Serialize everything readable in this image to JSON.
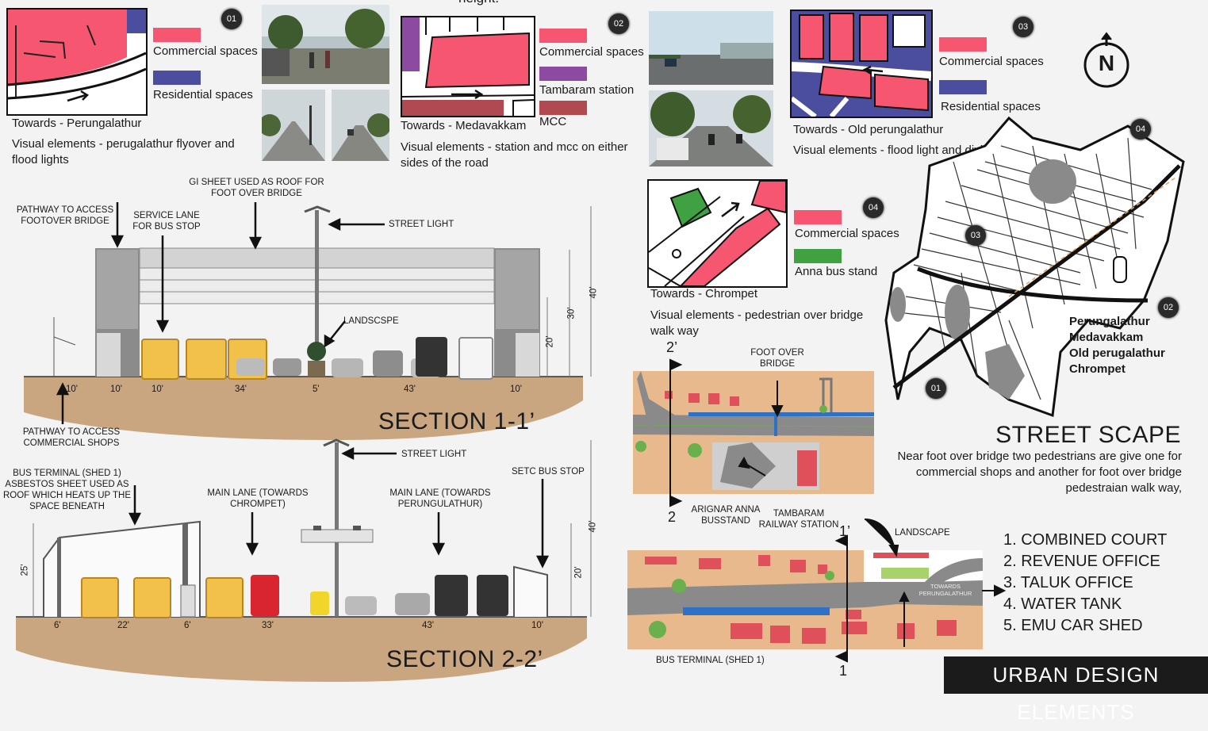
{
  "header_fragment": "height.",
  "colors": {
    "commercial": "#f75670",
    "residential": "#4b4e9e",
    "station": "#8c4aa0",
    "mcc": "#b04a50",
    "bus_stand": "#3fa142",
    "soil": "#c9a680",
    "plan_ground": "#e7b98c"
  },
  "panels": [
    {
      "badge": "01",
      "legend": [
        {
          "label": "Commercial spaces",
          "color": "#f75670"
        },
        {
          "label": "Residential spaces",
          "color": "#4b4e9e"
        }
      ],
      "towards": "Towards - Perungalathur",
      "visual": "Visual elements - perugalathur flyover and flood lights"
    },
    {
      "badge": "02",
      "legend": [
        {
          "label": "Commercial spaces",
          "color": "#f75670"
        },
        {
          "label": "Tambaram station",
          "color": "#8c4aa0"
        },
        {
          "label": "MCC",
          "color": "#b04a50"
        }
      ],
      "towards": "Towards - Medavakkam",
      "visual": "Visual elements - station and mcc on either sides of the road"
    },
    {
      "badge": "03",
      "legend": [
        {
          "label": "Commercial spaces",
          "color": "#f75670"
        },
        {
          "label": "Residential spaces",
          "color": "#4b4e9e"
        }
      ],
      "towards": "Towards - Old perungalathur",
      "visual": "Visual elements - flood light and divider"
    },
    {
      "badge": "04",
      "legend": [
        {
          "label": "Commercial spaces",
          "color": "#f75670"
        },
        {
          "label": "Anna bus stand",
          "color": "#3fa142"
        }
      ],
      "towards": "Towards - Chrompet",
      "visual": "Visual elements - pedestrian  over bridge walk way"
    }
  ],
  "north_label": "N",
  "key_map": {
    "badges": [
      "04",
      "03",
      "02",
      "01"
    ],
    "places": [
      "Perungalathur",
      "Medavakkam",
      "Old perugalathur",
      "Chrompet"
    ]
  },
  "street_scape": {
    "title": "STREET SCAPE",
    "text": "Near foot over bridge two pedestrians are give one for commercial shops and another for foot over bridge pedestraian walk way,"
  },
  "section1": {
    "title": "SECTION 1-1’",
    "labels": {
      "pathway_fob": "PATHWAY TO ACCESS FOOTOVER BRIDGE",
      "service_lane": "SERVICE LANE FOR BUS STOP",
      "gi_sheet": "GI SHEET USED AS ROOF FOR FOOT OVER BRIDGE",
      "street_light": "STREET LIGHT",
      "landscape": "LANDSCSPE",
      "pathway_shops": "PATHWAY TO ACCESS COMMERCIAL SHOPS"
    },
    "dims": [
      "10'",
      "10'",
      "10'",
      "34'",
      "5'",
      "43'",
      "10'"
    ],
    "heights": [
      "40'",
      "30'",
      "20'"
    ]
  },
  "section2": {
    "title": "SECTION 2-2’",
    "labels": {
      "bus_terminal": "BUS TERMINAL (SHED 1) ASBESTOS SHEET USED AS ROOF WHICH HEATS UP THE SPACE BENEATH",
      "street_light": "STREET LIGHT",
      "main_lane_chrompet": "MAIN LANE (TOWARDS CHROMPET)",
      "main_lane_perungulathur": "MAIN LANE (TOWARDS PERUNGULATHUR)",
      "setc": "SETC BUS STOP"
    },
    "dims": [
      "6'",
      "22'",
      "6'",
      "33'",
      "43'",
      "10'"
    ],
    "heights": [
      "40'",
      "25'",
      "20'"
    ]
  },
  "plan1": {
    "cut_top": "2’",
    "cut_bottom": "2",
    "fob": "FOOT OVER BRIDGE",
    "busstand": "ARIGNAR ANNA BUSSTAND",
    "station": "TAMBARAM RAILWAY STATION"
  },
  "plan2": {
    "cut_top": "1’",
    "cut_bottom": "1",
    "landscape": "LANDSCAPE",
    "towards": "TOWARDS PERUNGALATHUR",
    "bus_terminal": "BUS TERMINAL (SHED 1)"
  },
  "landmarks": [
    "1. COMBINED COURT",
    "2. REVENUE OFFICE",
    "3. TALUK OFFICE",
    "4. WATER TANK",
    "5. EMU CAR SHED"
  ],
  "footer": "URBAN DESIGN ELEMENTS"
}
